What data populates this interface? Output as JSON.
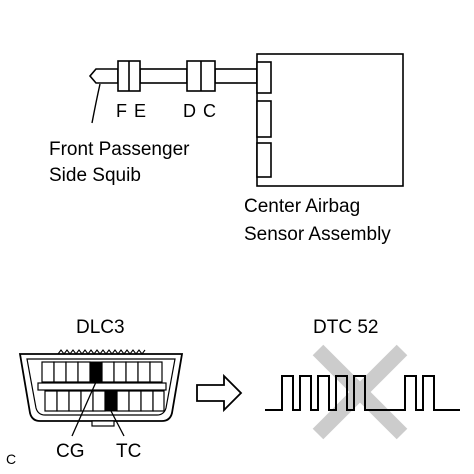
{
  "colors": {
    "ink": "#000000",
    "cross": "#cccccc",
    "background": "#ffffff"
  },
  "icons": [
    "right-arrow-icon",
    "cross-mark-icon"
  ],
  "wiring": {
    "connector_left_label": "F E",
    "connector_right_label": "D C",
    "squib_label_line1": "Front Passenger",
    "squib_label_line2": "Side Squib",
    "sensor_label_line1": "Center Airbag",
    "sensor_label_line2": "Sensor Assembly"
  },
  "dlc": {
    "title": "DLC3",
    "terminal_cg": "CG",
    "terminal_tc": "TC",
    "corner_mark": "C"
  },
  "dtc": {
    "title": "DTC 52"
  }
}
